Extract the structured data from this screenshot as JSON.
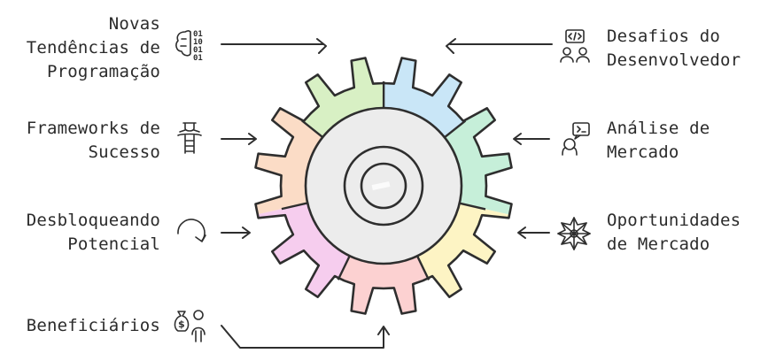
{
  "left_items": [
    {
      "line1": "Novas",
      "line2": "Tendências de",
      "line3": "Programação",
      "icon": "binary-brain-icon"
    },
    {
      "line1": "Frameworks de",
      "line2": "Sucesso",
      "icon": "ladder-trophy-icon"
    },
    {
      "line1": "Desbloqueando",
      "line2": "Potencial",
      "icon": "rotate-arrow-icon"
    },
    {
      "line1": "Beneficiários",
      "icon": "money-bag-person-icon"
    }
  ],
  "right_items": [
    {
      "line1": "Desafios do",
      "line2": "Desenvolvedor",
      "icon": "code-team-icon"
    },
    {
      "line1": "Análise de",
      "line2": "Mercado",
      "icon": "person-chat-icon"
    },
    {
      "line1": "Oportunidades",
      "line2": "de Mercado",
      "icon": "network-star-icon"
    }
  ],
  "segment_colors": [
    "#c9e6f7",
    "#c6efd9",
    "#fdf4c4",
    "#fcd1d1",
    "#f6cdee",
    "#fbdcc6",
    "#d8f0c4"
  ]
}
